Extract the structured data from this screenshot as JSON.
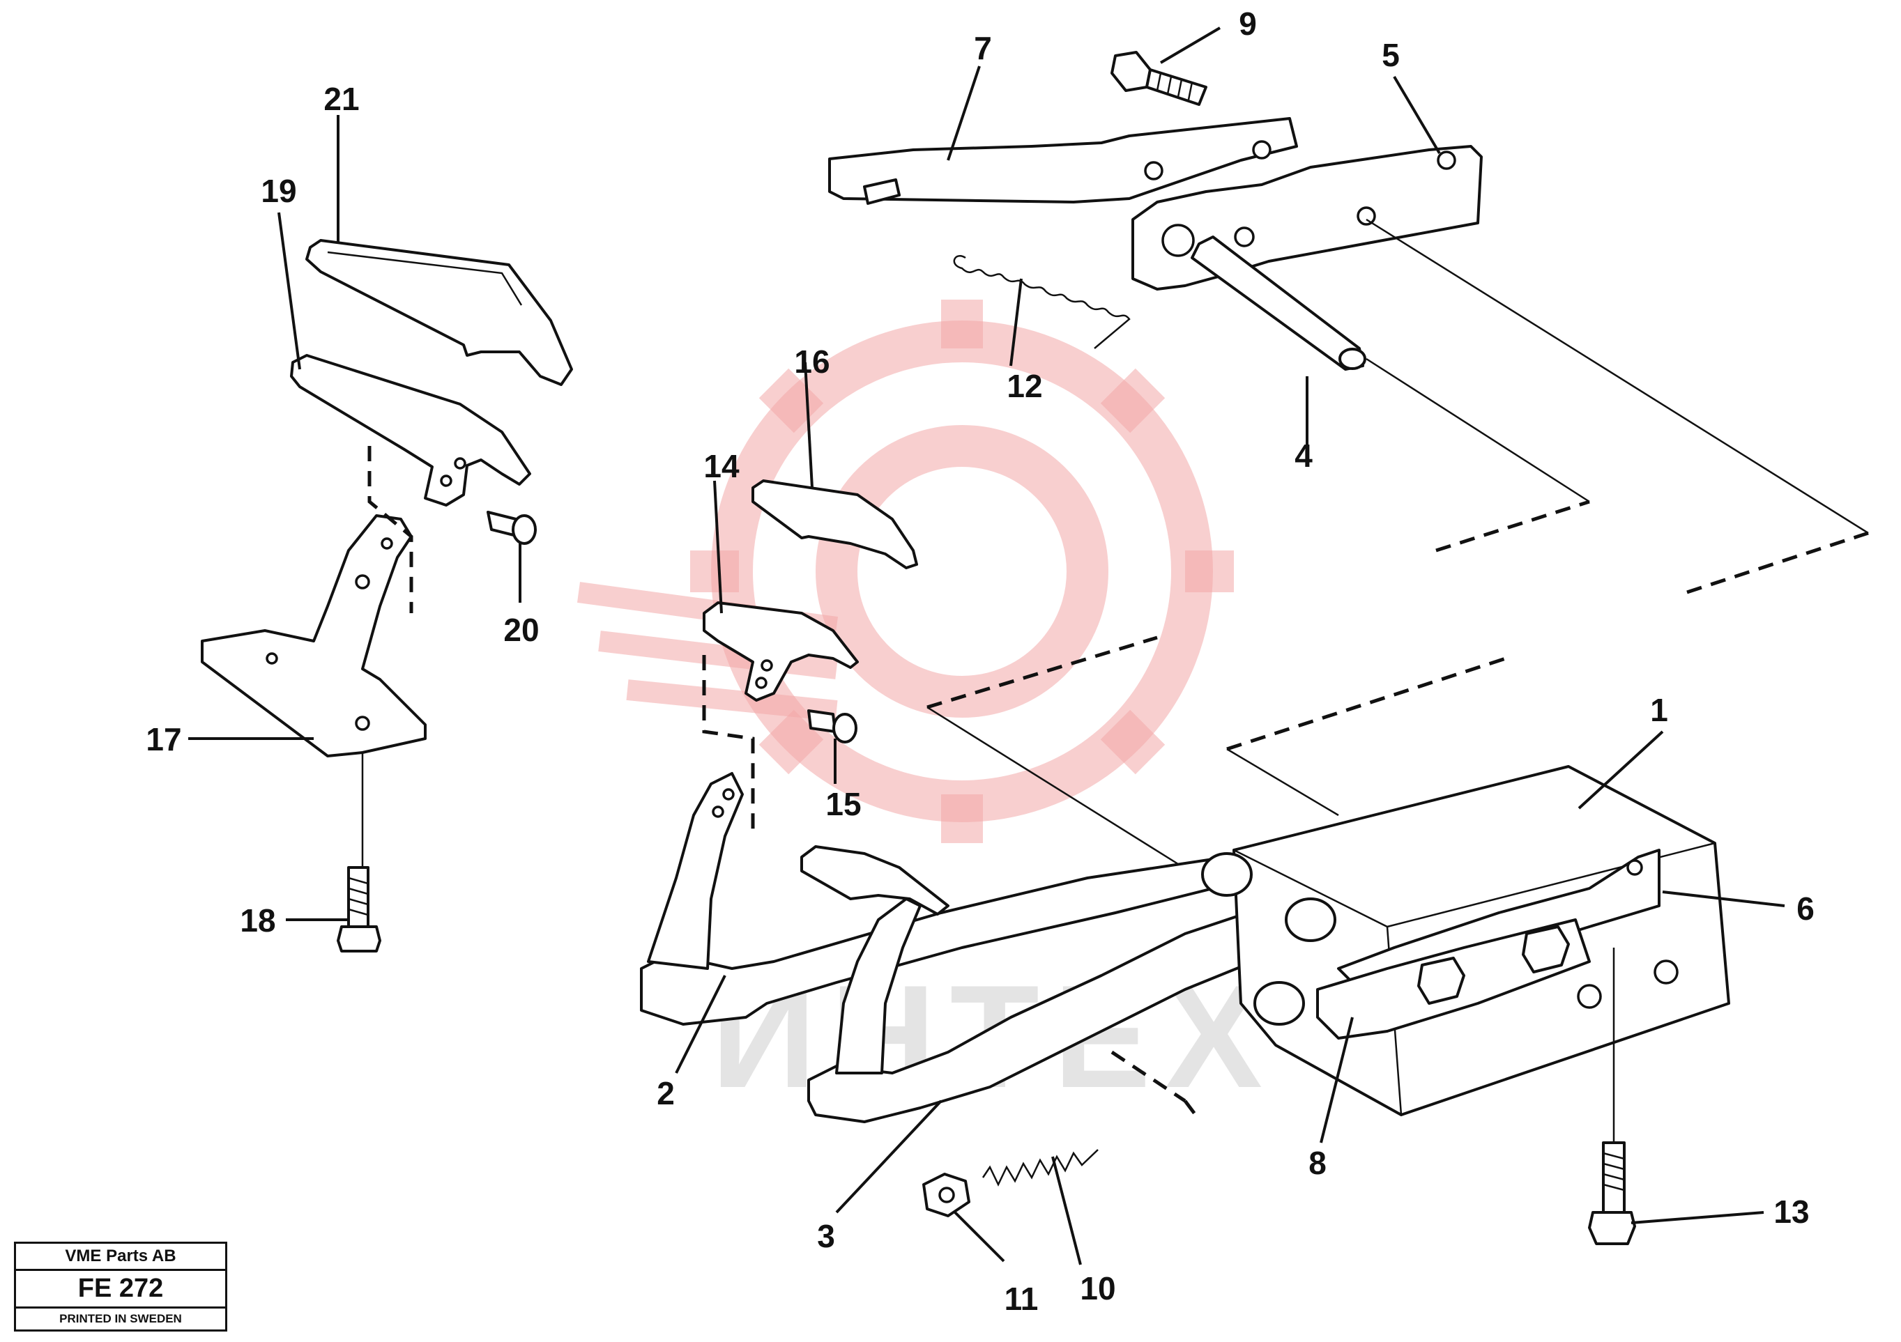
{
  "title_block": {
    "company": "VME Parts AB",
    "code": "FE 272",
    "printed": "PRINTED IN SWEDEN"
  },
  "watermark": {
    "text": "ИНТЕХ",
    "color": "#f3a7a7"
  },
  "callouts": [
    {
      "id": "c1",
      "label": "1"
    },
    {
      "id": "c2",
      "label": "2"
    },
    {
      "id": "c3",
      "label": "3"
    },
    {
      "id": "c4",
      "label": "4"
    },
    {
      "id": "c5",
      "label": "5"
    },
    {
      "id": "c6",
      "label": "6"
    },
    {
      "id": "c7",
      "label": "7"
    },
    {
      "id": "c8",
      "label": "8"
    },
    {
      "id": "c9",
      "label": "9"
    },
    {
      "id": "c10",
      "label": "10"
    },
    {
      "id": "c11",
      "label": "11"
    },
    {
      "id": "c12",
      "label": "12"
    },
    {
      "id": "c13",
      "label": "13"
    },
    {
      "id": "c14",
      "label": "14"
    },
    {
      "id": "c15",
      "label": "15"
    },
    {
      "id": "c16",
      "label": "16"
    },
    {
      "id": "c17",
      "label": "17"
    },
    {
      "id": "c18",
      "label": "18"
    },
    {
      "id": "c19",
      "label": "19"
    },
    {
      "id": "c20",
      "label": "20"
    },
    {
      "id": "c21",
      "label": "21"
    }
  ]
}
